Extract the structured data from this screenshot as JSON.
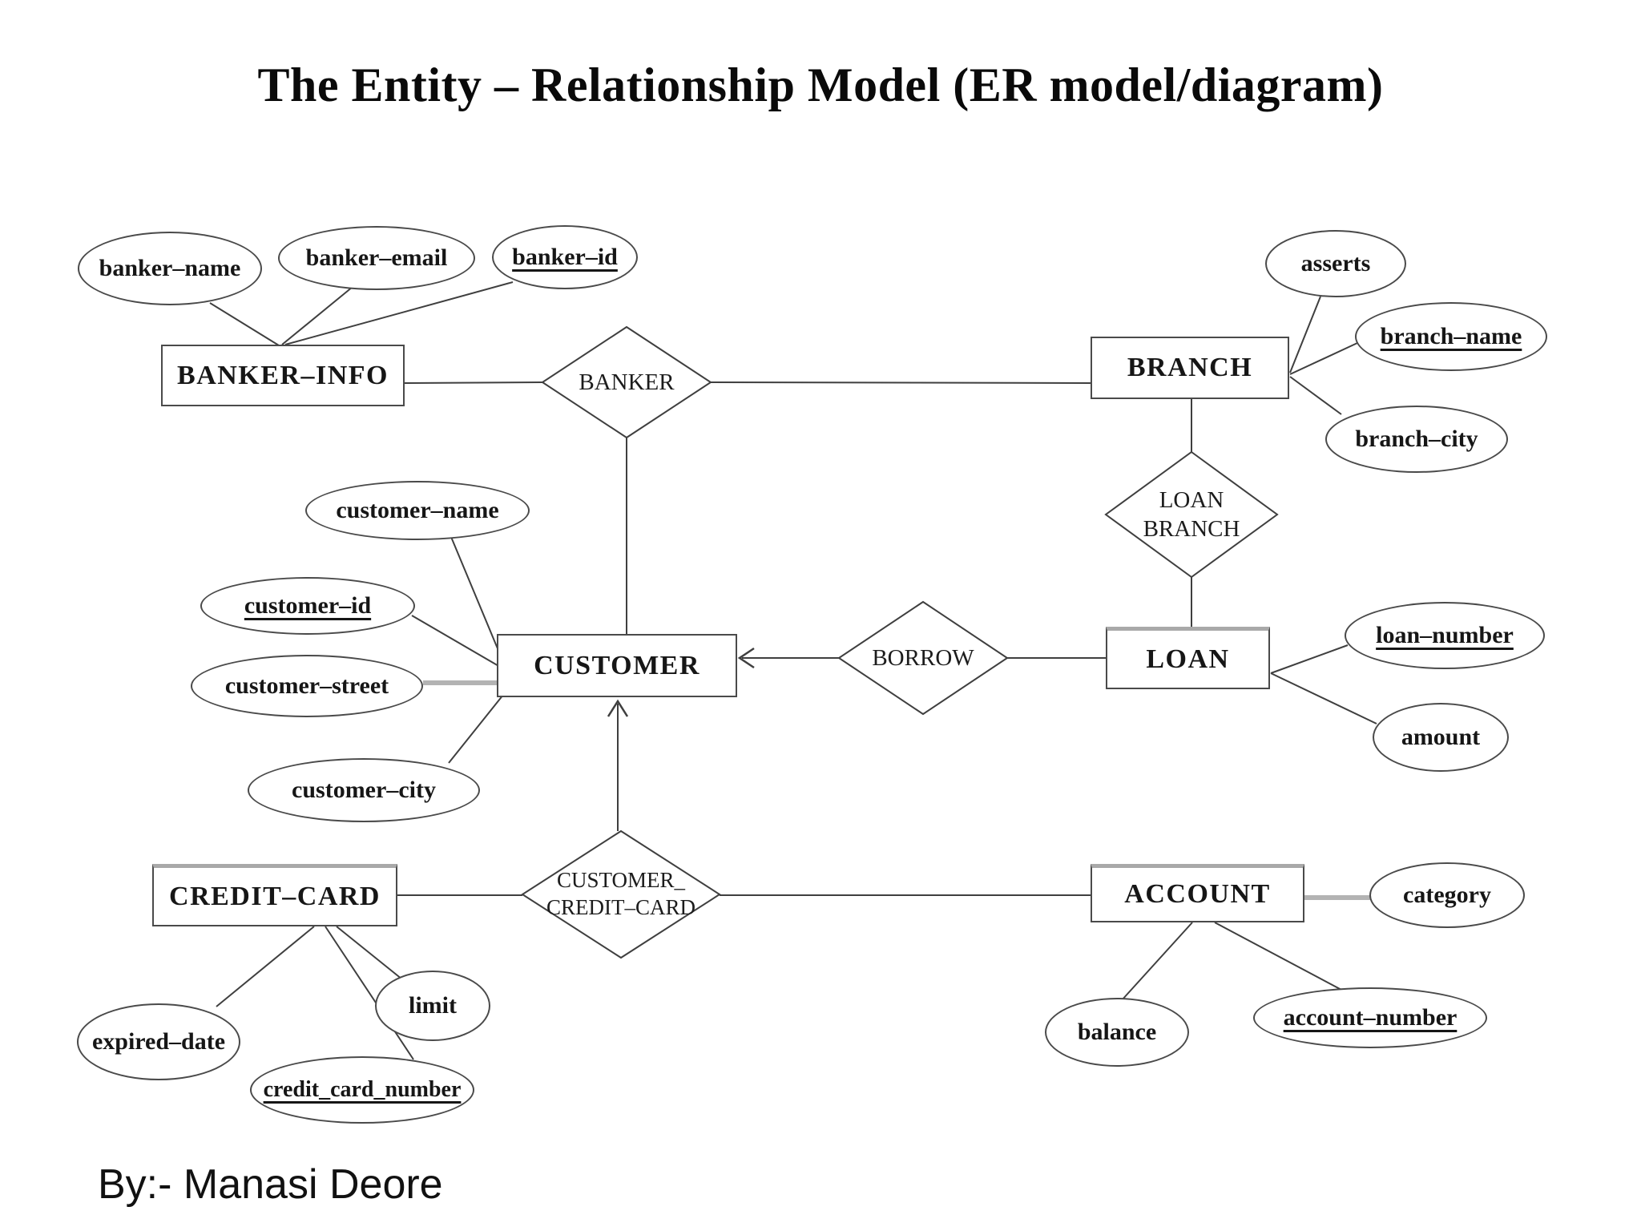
{
  "title": "The Entity – Relationship Model (ER model/diagram)",
  "footer": "By:- Manasi Deore",
  "colors": {
    "background": "#ffffff",
    "line": "#3f3f3f",
    "muted_line": "#b3b3b3",
    "text": "#111111"
  },
  "entities": [
    {
      "id": "banker-info",
      "label": "BANKER–INFO"
    },
    {
      "id": "branch",
      "label": "BRANCH"
    },
    {
      "id": "customer",
      "label": "CUSTOMER"
    },
    {
      "id": "loan",
      "label": "LOAN"
    },
    {
      "id": "credit-card",
      "label": "CREDIT–CARD"
    },
    {
      "id": "account",
      "label": "ACCOUNT"
    }
  ],
  "relationships": [
    {
      "id": "banker",
      "line1": "BANKER",
      "line2": ""
    },
    {
      "id": "loan-branch",
      "line1": "LOAN",
      "line2": "BRANCH"
    },
    {
      "id": "borrow",
      "line1": "BORROW",
      "line2": ""
    },
    {
      "id": "customer-credit-card",
      "line1": "CUSTOMER_",
      "line2": "CREDIT–CARD"
    }
  ],
  "attributes": [
    {
      "id": "banker-name",
      "label": "banker–name",
      "key": false,
      "of": "banker-info"
    },
    {
      "id": "banker-email",
      "label": "banker–email",
      "key": false,
      "of": "banker-info"
    },
    {
      "id": "banker-id",
      "label": "banker–id",
      "key": true,
      "of": "banker-info"
    },
    {
      "id": "asserts",
      "label": "asserts",
      "key": false,
      "of": "branch"
    },
    {
      "id": "branch-name",
      "label": "branch–name",
      "key": true,
      "of": "branch"
    },
    {
      "id": "branch-city",
      "label": "branch–city",
      "key": false,
      "of": "branch"
    },
    {
      "id": "customer-name",
      "label": "customer–name",
      "key": false,
      "of": "customer"
    },
    {
      "id": "customer-id",
      "label": "customer–id",
      "key": true,
      "of": "customer"
    },
    {
      "id": "customer-street",
      "label": "customer–street",
      "key": false,
      "of": "customer"
    },
    {
      "id": "customer-city",
      "label": "customer–city",
      "key": false,
      "of": "customer"
    },
    {
      "id": "loan-number",
      "label": "loan–number",
      "key": true,
      "of": "loan"
    },
    {
      "id": "amount",
      "label": "amount",
      "key": false,
      "of": "loan"
    },
    {
      "id": "expired-date",
      "label": "expired–date",
      "key": false,
      "of": "credit-card"
    },
    {
      "id": "limit",
      "label": "limit",
      "key": false,
      "of": "credit-card"
    },
    {
      "id": "credit_card_number",
      "label": "credit_card_number",
      "key": true,
      "of": "credit-card"
    },
    {
      "id": "balance",
      "label": "balance",
      "key": false,
      "of": "account"
    },
    {
      "id": "account-number",
      "label": "account–number",
      "key": true,
      "of": "account"
    },
    {
      "id": "category",
      "label": "category",
      "key": false,
      "of": "account"
    }
  ],
  "edges": [
    {
      "from": "banker-info",
      "to": "banker",
      "arrow": "none",
      "style": "normal"
    },
    {
      "from": "banker",
      "to": "branch",
      "arrow": "none",
      "style": "normal"
    },
    {
      "from": "banker",
      "to": "customer",
      "arrow": "none",
      "style": "normal"
    },
    {
      "from": "branch",
      "to": "loan-branch",
      "arrow": "none",
      "style": "normal"
    },
    {
      "from": "loan-branch",
      "to": "loan",
      "arrow": "none",
      "style": "normal"
    },
    {
      "from": "borrow",
      "to": "customer",
      "arrow": "open-arrow-at-customer",
      "style": "normal"
    },
    {
      "from": "borrow",
      "to": "loan",
      "arrow": "none",
      "style": "normal"
    },
    {
      "from": "customer-credit-card",
      "to": "customer",
      "arrow": "open-arrow-at-customer",
      "style": "normal"
    },
    {
      "from": "credit-card",
      "to": "customer-credit-card",
      "arrow": "none",
      "style": "normal"
    },
    {
      "from": "customer-credit-card",
      "to": "account",
      "arrow": "none",
      "style": "normal"
    },
    {
      "from": "customer-street",
      "to": "customer",
      "arrow": "none",
      "style": "gray-thick"
    },
    {
      "from": "category",
      "to": "account",
      "arrow": "none",
      "style": "gray-thick"
    }
  ]
}
